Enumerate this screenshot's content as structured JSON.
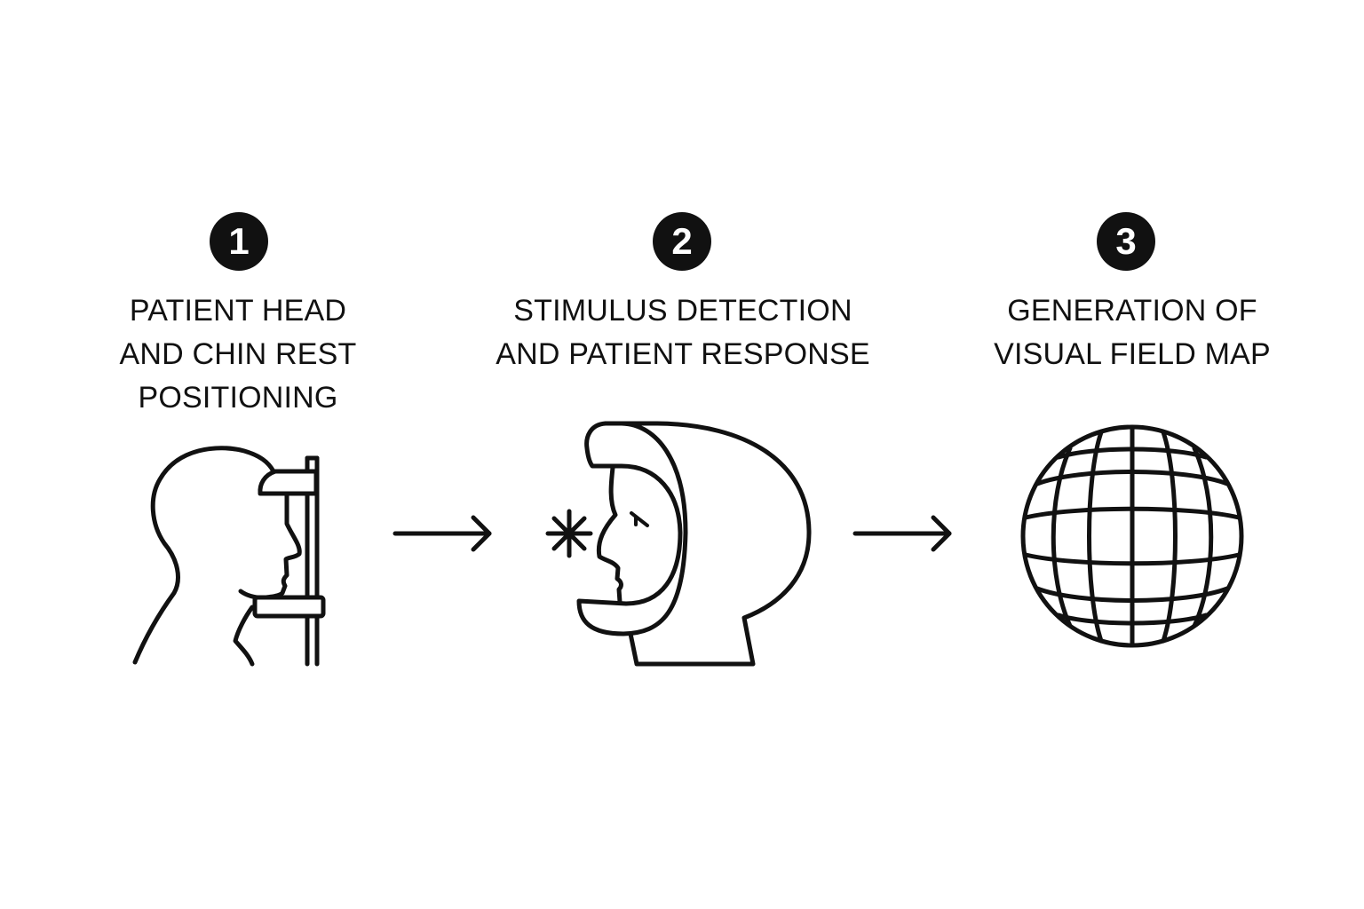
{
  "steps": [
    {
      "number": "1",
      "title_lines": [
        "PATIENT HEAD",
        "AND CHIN REST",
        "POSITIONING"
      ],
      "icon": "patient-head-chin-rest-icon"
    },
    {
      "number": "2",
      "title_lines": [
        "STIMULUS DETECTION",
        "AND PATIENT RESPONSE"
      ],
      "icon": "perimeter-bowl-stimulus-icon"
    },
    {
      "number": "3",
      "title_lines": [
        "GENERATION OF",
        "VISUAL FIELD MAP"
      ],
      "icon": "visual-field-globe-icon"
    }
  ],
  "connectors": [
    "arrow-right-icon",
    "arrow-right-icon"
  ],
  "colors": {
    "ink": "#111111",
    "background": "#ffffff",
    "badge_text": "#ffffff"
  }
}
